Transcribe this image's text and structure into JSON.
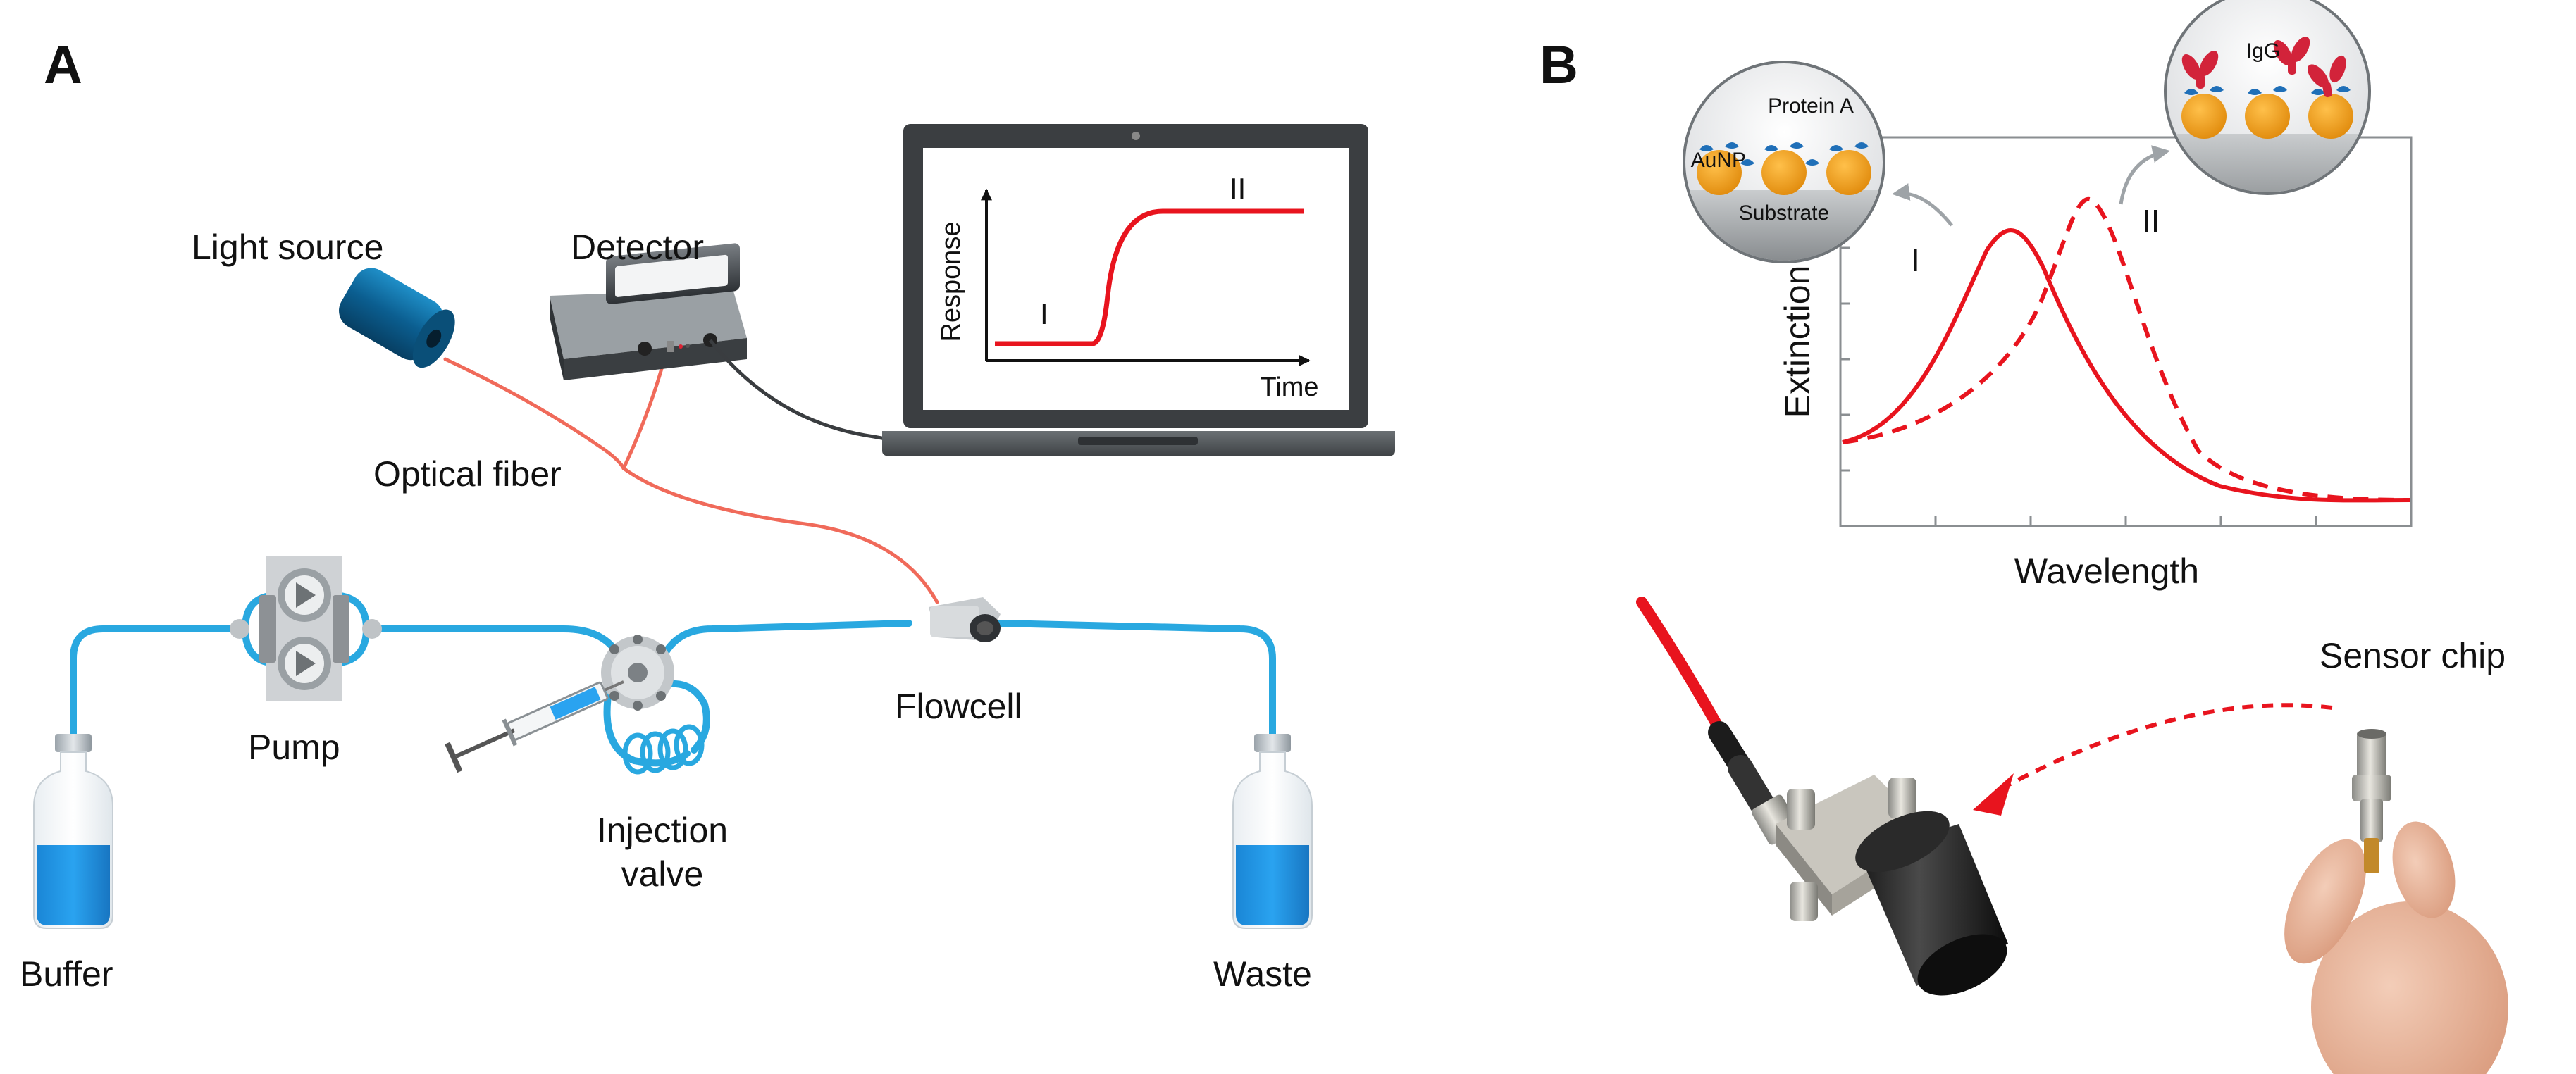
{
  "panels": {
    "a": "A",
    "b": "B"
  },
  "setup": {
    "light_source": "Light source",
    "detector": "Detector",
    "optical_fiber": "Optical fiber",
    "pump": "Pump",
    "injection_valve_line1": "Injection",
    "injection_valve_line2": "valve",
    "flowcell": "Flowcell",
    "buffer": "Buffer",
    "waste": "Waste"
  },
  "screen_plot": {
    "ylabel": "Response",
    "xlabel": "Time",
    "label_I": "I",
    "label_II": "II"
  },
  "spectrum": {
    "ylabel": "Extinction",
    "xlabel": "Wavelength",
    "label_I": "I",
    "label_II": "II"
  },
  "inset_before": {
    "protein": "Protein A",
    "particle": "AuNP",
    "substrate": "Substrate"
  },
  "inset_after": {
    "antibody": "IgG"
  },
  "photo": {
    "sensor_chip": "Sensor chip"
  },
  "colors": {
    "tubing": "#29a8e0",
    "fiber": "#f06a5a",
    "signal": "#e8141e",
    "particle": "#f2a324",
    "protein": "#1f6fb8",
    "igg": "#d2233a"
  }
}
